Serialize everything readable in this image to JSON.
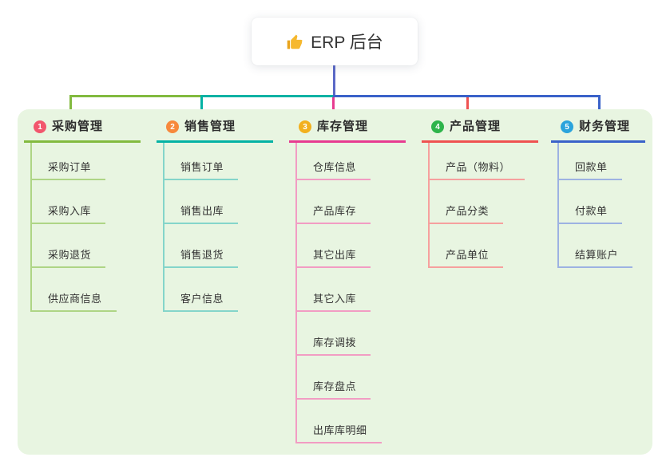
{
  "root": {
    "title": "ERP 后台",
    "icon": "thumbs-up-icon",
    "drop_line_color": "#5b69c7"
  },
  "panel": {
    "background": "#e8f5e1"
  },
  "branches": [
    {
      "index": "1",
      "label": "采购管理",
      "badge_color": "#f2566d",
      "line_color": "#82ba3f",
      "light_line_color": "#aed585",
      "children": [
        "采购订单",
        "采购入库",
        "采购退货",
        "供应商信息"
      ]
    },
    {
      "index": "2",
      "label": "销售管理",
      "badge_color": "#f7893c",
      "line_color": "#04b2a4",
      "light_line_color": "#84d5ca",
      "children": [
        "销售订单",
        "销售出库",
        "销售退货",
        "客户信息"
      ]
    },
    {
      "index": "3",
      "label": "库存管理",
      "badge_color": "#f2b01e",
      "line_color": "#e73b90",
      "light_line_color": "#f29cc3",
      "children": [
        "仓库信息",
        "产品库存",
        "其它出库",
        "其它入库",
        "库存调拨",
        "库存盘点",
        "出库库明细"
      ]
    },
    {
      "index": "4",
      "label": "产品管理",
      "badge_color": "#2eb44b",
      "line_color": "#ef5251",
      "light_line_color": "#f6a09e",
      "children": [
        "产品（物料）",
        "产品分类",
        "产品单位"
      ]
    },
    {
      "index": "5",
      "label": "财务管理",
      "badge_color": "#2aa3dc",
      "line_color": "#3a62c9",
      "light_line_color": "#9db2e2",
      "children": [
        "回款单",
        "付款单",
        "结算账户"
      ]
    }
  ]
}
